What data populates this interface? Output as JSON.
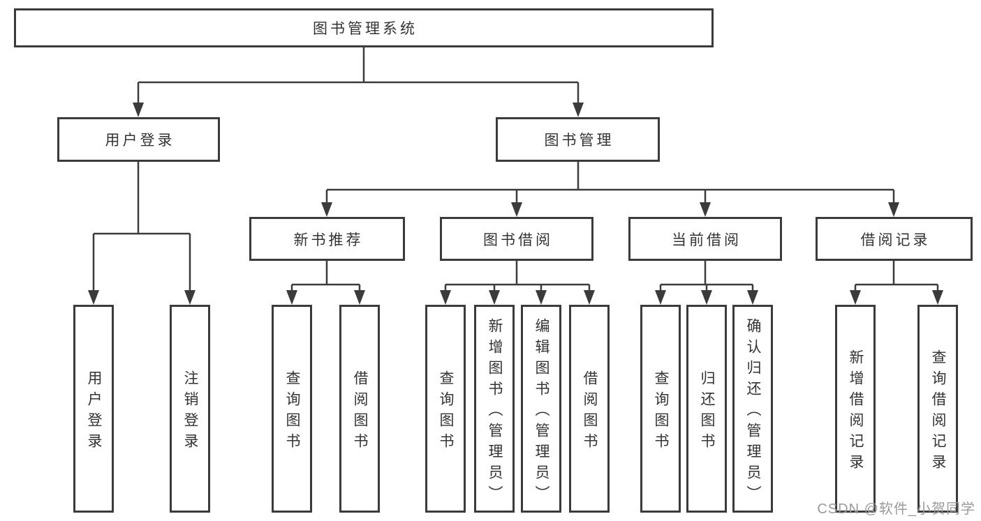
{
  "tree": {
    "label": "图书管理系统",
    "children": [
      {
        "label": "用户登录",
        "children": [
          {
            "label": "用户登录"
          },
          {
            "label": "注销登录"
          }
        ]
      },
      {
        "label": "图书管理",
        "children": [
          {
            "label": "新书推荐",
            "children": [
              {
                "label": "查询图书"
              },
              {
                "label": "借阅图书"
              }
            ]
          },
          {
            "label": "图书借阅",
            "children": [
              {
                "label": "查询图书"
              },
              {
                "label": "新增图书（管理员）"
              },
              {
                "label": "编辑图书（管理员）"
              },
              {
                "label": "借阅图书"
              }
            ]
          },
          {
            "label": "当前借阅",
            "children": [
              {
                "label": "查询图书"
              },
              {
                "label": "归还图书"
              },
              {
                "label": "确认归还（管理员）"
              }
            ]
          },
          {
            "label": "借阅记录",
            "children": [
              {
                "label": "新增借阅记录"
              },
              {
                "label": "查询借阅记录"
              }
            ]
          }
        ]
      }
    ]
  },
  "watermark": "CSDN @软件_小贺同学",
  "colors": {
    "line": "#3b3b3b",
    "box_border": "#3b3b3b",
    "text": "#333333",
    "watermark": "#9a9a9a",
    "background": "#ffffff"
  }
}
